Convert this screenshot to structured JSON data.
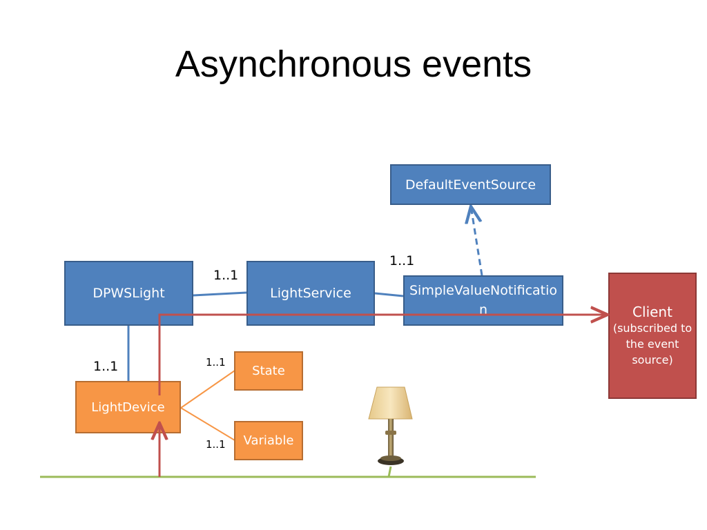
{
  "title": "Asynchronous events",
  "nodes": {
    "default_event_source": "DefaultEventSource",
    "dpws_light": "DPWSLight",
    "light_service": "LightService",
    "simple_value_notification": "SimpleValueNotification",
    "light_device": "LightDevice",
    "state": "State",
    "variable": "Variable",
    "client_title": "Client",
    "client_subtitle": "(subscribed to the event source)"
  },
  "multiplicities": {
    "dpwslight_lightservice": "1..1",
    "lightservice_notification": "1..1",
    "dpwslight_lightdevice": "1..1",
    "lightdevice_state": "1..1",
    "lightdevice_variable": "1..1"
  },
  "colors": {
    "class_fill": "#4f81bd",
    "device_fill": "#f79646",
    "client_fill": "#c0504d",
    "event_arrow": "#c0504d",
    "network_line": "#9bbb59"
  }
}
